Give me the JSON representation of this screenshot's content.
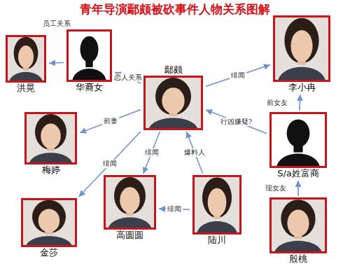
{
  "diagram": {
    "title": "青年导演鄢颇被砍事件人物关系图解",
    "nodes": [
      {
        "text": [
          "鄢颇"
        ]
      },
      {
        "text": [
          "洪晃"
        ]
      },
      {
        "text": [
          "华裔女"
        ]
      },
      {
        "text": [
          "李小冉"
        ]
      },
      {
        "text": [
          "梅婷"
        ]
      },
      {
        "text": [
          "S/a姓富商"
        ]
      },
      {
        "text": [
          "金莎"
        ]
      },
      {
        "text": [
          "高圆圆"
        ]
      },
      {
        "text": [
          "陆川"
        ]
      },
      {
        "text": [
          "殷桃"
        ]
      }
    ],
    "edges": [
      {
        "from": 2,
        "to": 1,
        "label": "员工关系",
        "arrow": "to"
      },
      {
        "from": 0,
        "to": 2,
        "label": "恋人关系",
        "arrow": "to"
      },
      {
        "from": 0,
        "to": 3,
        "label": "绯闻",
        "arrow": "to"
      },
      {
        "from": 5,
        "to": 3,
        "label": "前女友",
        "arrow": "to"
      },
      {
        "from": 5,
        "to": 0,
        "label": "行凶嫌疑?",
        "arrow": "to"
      },
      {
        "from": 9,
        "to": 5,
        "label": "现女友",
        "arrow": "to"
      },
      {
        "from": 0,
        "to": 4,
        "label": "前妻",
        "arrow": "to"
      },
      {
        "from": 0,
        "to": 6,
        "label": "绯闻",
        "arrow": "to"
      },
      {
        "from": 0,
        "to": 7,
        "label": "绯闻",
        "arrow": "to"
      },
      {
        "from": 8,
        "to": 0,
        "label": "爆料人",
        "arrow": "to"
      },
      {
        "from": 8,
        "to": 7,
        "label": "绯闻",
        "arrow": "to"
      }
    ]
  }
}
